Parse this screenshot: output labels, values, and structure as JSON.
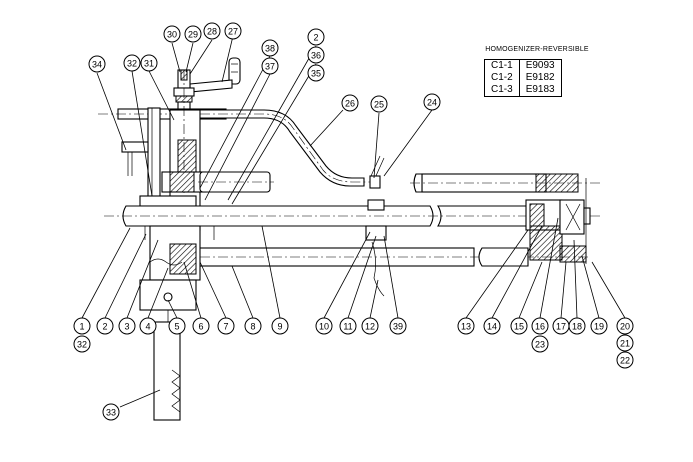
{
  "title": "HOMOGENIZER-REVERSIBLE",
  "table": [
    {
      "code": "C1-1",
      "part": "E9093"
    },
    {
      "code": "C1-2",
      "part": "E9182"
    },
    {
      "code": "C1-3",
      "part": "E9183"
    }
  ],
  "balloons": [
    {
      "id": "b30",
      "label": "30"
    },
    {
      "id": "b29",
      "label": "29"
    },
    {
      "id": "b28",
      "label": "28"
    },
    {
      "id": "b27",
      "label": "27"
    },
    {
      "id": "b38",
      "label": "38"
    },
    {
      "id": "b37",
      "label": "37"
    },
    {
      "id": "b2t",
      "label": "2"
    },
    {
      "id": "b36",
      "label": "36"
    },
    {
      "id": "b35",
      "label": "35"
    },
    {
      "id": "b34",
      "label": "34"
    },
    {
      "id": "b32t",
      "label": "32"
    },
    {
      "id": "b31",
      "label": "31"
    },
    {
      "id": "b26",
      "label": "26"
    },
    {
      "id": "b25",
      "label": "25"
    },
    {
      "id": "b24",
      "label": "24"
    },
    {
      "id": "b1",
      "label": "1"
    },
    {
      "id": "b32",
      "label": "32"
    },
    {
      "id": "b2",
      "label": "2"
    },
    {
      "id": "b3",
      "label": "3"
    },
    {
      "id": "b4",
      "label": "4"
    },
    {
      "id": "b5",
      "label": "5"
    },
    {
      "id": "b6",
      "label": "6"
    },
    {
      "id": "b7",
      "label": "7"
    },
    {
      "id": "b8",
      "label": "8"
    },
    {
      "id": "b9",
      "label": "9"
    },
    {
      "id": "b10",
      "label": "10"
    },
    {
      "id": "b11",
      "label": "11"
    },
    {
      "id": "b12",
      "label": "12"
    },
    {
      "id": "b39",
      "label": "39"
    },
    {
      "id": "b13",
      "label": "13"
    },
    {
      "id": "b14",
      "label": "14"
    },
    {
      "id": "b15",
      "label": "15"
    },
    {
      "id": "b16",
      "label": "16"
    },
    {
      "id": "b23",
      "label": "23"
    },
    {
      "id": "b17",
      "label": "17"
    },
    {
      "id": "b18",
      "label": "18"
    },
    {
      "id": "b19",
      "label": "19"
    },
    {
      "id": "b20",
      "label": "20"
    },
    {
      "id": "b21",
      "label": "21"
    },
    {
      "id": "b22",
      "label": "22"
    },
    {
      "id": "b33",
      "label": "33"
    }
  ]
}
